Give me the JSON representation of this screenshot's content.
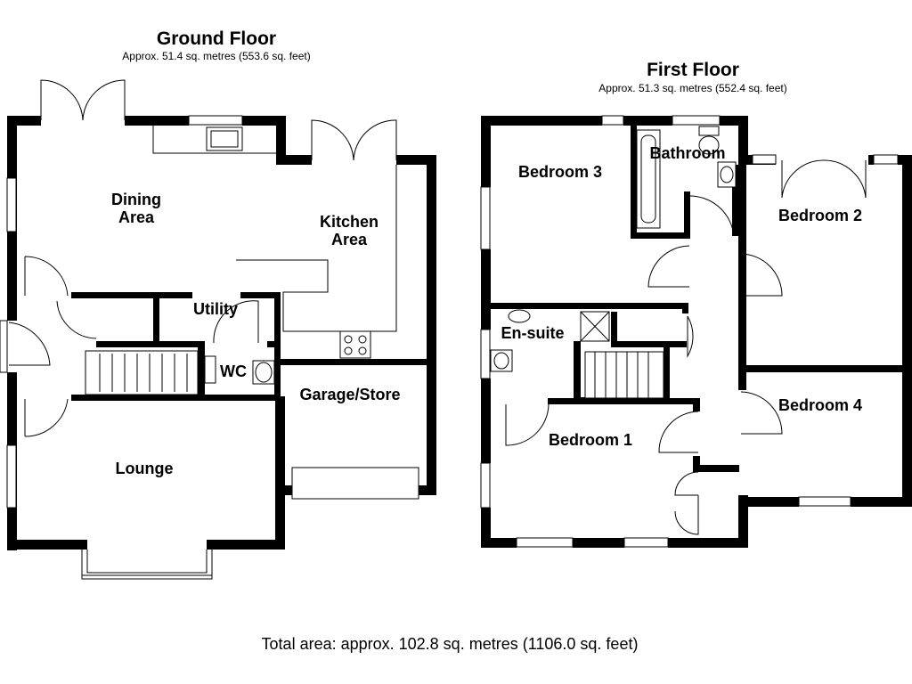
{
  "ground_floor": {
    "title": "Ground Floor",
    "area": "Approx. 51.4 sq. metres (553.6 sq. feet)",
    "rooms": {
      "dining": [
        "Dining",
        "Area"
      ],
      "kitchen": [
        "Kitchen",
        "Area"
      ],
      "utility": "Utility",
      "wc": "WC",
      "garage": "Garage/Store",
      "lounge": "Lounge"
    }
  },
  "first_floor": {
    "title": "First Floor",
    "area": "Approx. 51.3 sq. metres (552.4 sq. feet)",
    "rooms": {
      "bedroom3": "Bedroom 3",
      "bathroom": "Bathroom",
      "bedroom2": "Bedroom 2",
      "ensuite": "En-suite",
      "bedroom1": "Bedroom 1",
      "bedroom4": "Bedroom 4"
    }
  },
  "total_area": "Total area: approx. 102.8 sq. metres (1106.0 sq. feet)"
}
